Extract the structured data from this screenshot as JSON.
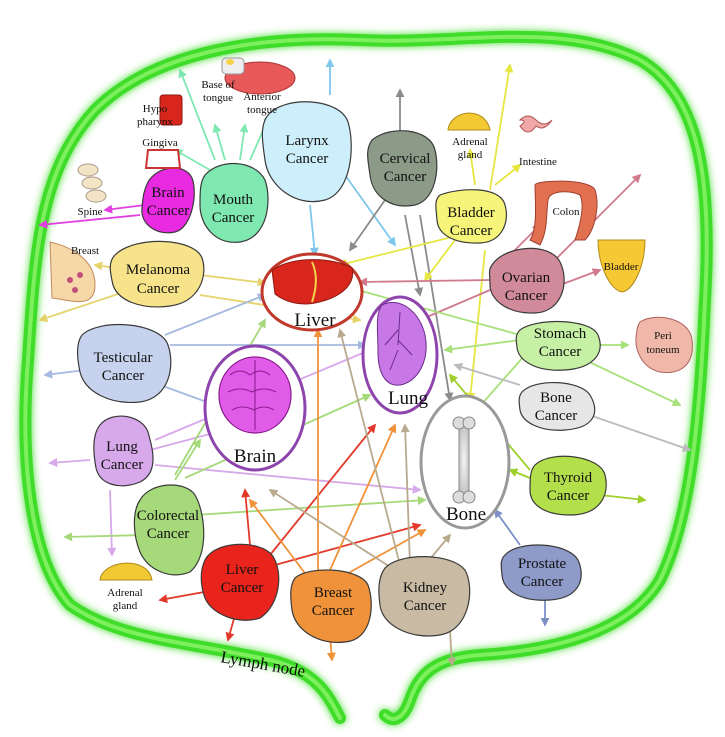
{
  "diagram": {
    "lymph_label": "Lymph node",
    "targets": {
      "liver": "Liver",
      "lung": "Lung",
      "brain": "Brain",
      "bone": "Bone"
    },
    "cancers": {
      "brain": [
        "Brain",
        "Cancer"
      ],
      "mouth": [
        "Mouth",
        "Cancer"
      ],
      "larynx": [
        "Larynx",
        "Cancer"
      ],
      "cervical": [
        "Cervical",
        "Cancer"
      ],
      "bladder": [
        "Bladder",
        "Cancer"
      ],
      "melanoma": [
        "Melanoma",
        "Cancer"
      ],
      "ovarian": [
        "Ovarian",
        "Cancer"
      ],
      "testicular": [
        "Testicular",
        "Cancer"
      ],
      "stomach": [
        "Stomach",
        "Cancer"
      ],
      "bone": [
        "Bone",
        "Cancer"
      ],
      "lung": [
        "Lung",
        "Cancer"
      ],
      "thyroid": [
        "Thyroid",
        "Cancer"
      ],
      "colorectal": [
        "Colorectal",
        "Cancer"
      ],
      "liver": [
        "Liver",
        "Cancer"
      ],
      "breast": [
        "Breast",
        "Cancer"
      ],
      "kidney": [
        "Kidney",
        "Cancer"
      ],
      "prostate": [
        "Prostate",
        "Cancer"
      ]
    },
    "sites": {
      "base_of_tongue": [
        "Base of",
        "tongue"
      ],
      "anterior_tongue": [
        "Anterior",
        "tongue"
      ],
      "hypopharynx": [
        "Hypo",
        "pharynx"
      ],
      "gingiva": "Gingiva",
      "spine": "Spine",
      "adrenal_top": [
        "Adrenal",
        "gland"
      ],
      "intestine": "Intestine",
      "colon": "Colon",
      "bladder": "Bladder",
      "breast": "Breast",
      "peritoneum": [
        "Peri",
        "toneum"
      ],
      "adrenal_bottom": [
        "Adrenal",
        "gland"
      ]
    },
    "colors": {
      "lymph": "#3fdc2a",
      "liver_ring": "#c0392b",
      "lung_ring": "#8e44ad",
      "brain_ring": "#8e44ad",
      "bone_ring": "#999999"
    }
  }
}
